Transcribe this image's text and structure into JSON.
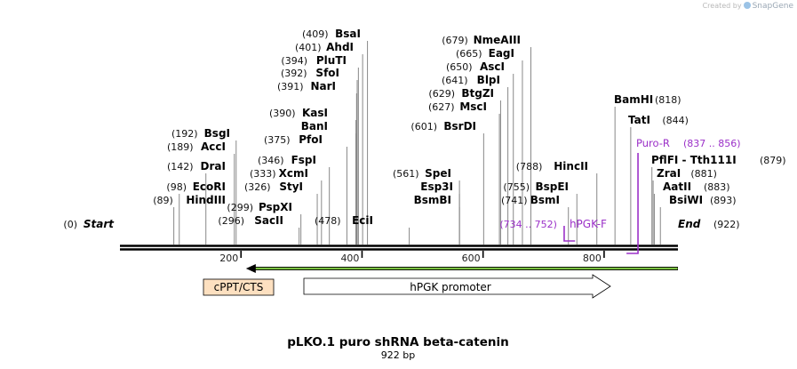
{
  "credit": {
    "prefix": "Created by",
    "brand": "SnapGene"
  },
  "map": {
    "title": "pLKO.1 puro shRNA beta-catenin",
    "length_label": "922 bp",
    "length_bp": 922,
    "start_label": "Start",
    "start_pos": "(0)",
    "end_label": "End",
    "end_pos": "(922)",
    "ticks": [
      {
        "bp": 200,
        "label": "200"
      },
      {
        "bp": 400,
        "label": "400"
      },
      {
        "bp": 600,
        "label": "600"
      },
      {
        "bp": 800,
        "label": "800"
      }
    ],
    "sites": [
      {
        "bp": 89,
        "pos": "(89)",
        "name": "HindIII"
      },
      {
        "bp": 98,
        "pos": "(98)",
        "name": "EcoRI"
      },
      {
        "bp": 142,
        "pos": "(142)",
        "name": "DraI"
      },
      {
        "bp": 189,
        "pos": "(189)",
        "name": "AccI"
      },
      {
        "bp": 192,
        "pos": "(192)",
        "name": "BsgI"
      },
      {
        "bp": 296,
        "pos": "(296)",
        "name": "SacII"
      },
      {
        "bp": 299,
        "pos": "(299)",
        "name": "PspXI"
      },
      {
        "bp": 326,
        "pos": "(326)",
        "name": "StyI"
      },
      {
        "bp": 333,
        "pos": "(333)",
        "name": "XcmI"
      },
      {
        "bp": 346,
        "pos": "(346)",
        "name": "FspI"
      },
      {
        "bp": 375,
        "pos": "(375)",
        "name": "PfoI"
      },
      {
        "bp": 390,
        "pos": "",
        "name": "BanI"
      },
      {
        "bp": 390,
        "pos": "(390)",
        "name": "KasI"
      },
      {
        "bp": 391,
        "pos": "(391)",
        "name": "NarI"
      },
      {
        "bp": 392,
        "pos": "(392)",
        "name": "SfoI"
      },
      {
        "bp": 394,
        "pos": "(394)",
        "name": "PluTI"
      },
      {
        "bp": 401,
        "pos": "(401)",
        "name": "AhdI"
      },
      {
        "bp": 409,
        "pos": "(409)",
        "name": "BsaI"
      },
      {
        "bp": 478,
        "pos": "(478)",
        "name": "EciI"
      },
      {
        "bp": 561,
        "pos": "",
        "name": "BsmBI"
      },
      {
        "bp": 561,
        "pos": "",
        "name": "Esp3I"
      },
      {
        "bp": 561,
        "pos": "(561)",
        "name": "SpeI"
      },
      {
        "bp": 601,
        "pos": "(601)",
        "name": "BsrDI"
      },
      {
        "bp": 627,
        "pos": "(627)",
        "name": "MscI"
      },
      {
        "bp": 629,
        "pos": "(629)",
        "name": "BtgZI"
      },
      {
        "bp": 641,
        "pos": "(641)",
        "name": "BlpI"
      },
      {
        "bp": 650,
        "pos": "(650)",
        "name": "AscI"
      },
      {
        "bp": 665,
        "pos": "(665)",
        "name": "EagI"
      },
      {
        "bp": 679,
        "pos": "(679)",
        "name": "NmeAIII"
      },
      {
        "bp": 741,
        "pos": "(741)",
        "name": "BsmI"
      },
      {
        "bp": 755,
        "pos": "(755)",
        "name": "BspEI"
      },
      {
        "bp": 788,
        "pos": "(788)",
        "name": "HincII"
      },
      {
        "bp": 818,
        "pos": "(818)",
        "name": "BamHI"
      },
      {
        "bp": 844,
        "pos": "(844)",
        "name": "TatI"
      },
      {
        "bp": 879,
        "pos": "(879)",
        "name": "PflFI - Tth111I"
      },
      {
        "bp": 881,
        "pos": "(881)",
        "name": "ZraI"
      },
      {
        "bp": 883,
        "pos": "(883)",
        "name": "AatII"
      },
      {
        "bp": 893,
        "pos": "(893)",
        "name": "BsiWI"
      }
    ],
    "primers": [
      {
        "name": "hPGK-F",
        "range": "(734 .. 752)",
        "start": 734,
        "end": 752,
        "strand": "forward"
      },
      {
        "name": "Puro-R",
        "range": "(837 .. 856)",
        "start": 837,
        "end": 856,
        "strand": "reverse"
      }
    ],
    "features": [
      {
        "name": "",
        "start": 220,
        "end": 922,
        "strand": "reverse",
        "kind": "orf",
        "color": "#7cc242"
      },
      {
        "name": "cPPT/CTS",
        "start": 138,
        "end": 255,
        "strand": "none",
        "kind": "box",
        "color": "#fde0c0"
      },
      {
        "name": "hPGK promoter",
        "start": 298,
        "end": 808,
        "strand": "forward",
        "kind": "arrow",
        "color": "#ffffff"
      }
    ],
    "colors": {
      "primer": "#9b30c8",
      "backbone": "#000000",
      "site_line": "#888888"
    }
  }
}
